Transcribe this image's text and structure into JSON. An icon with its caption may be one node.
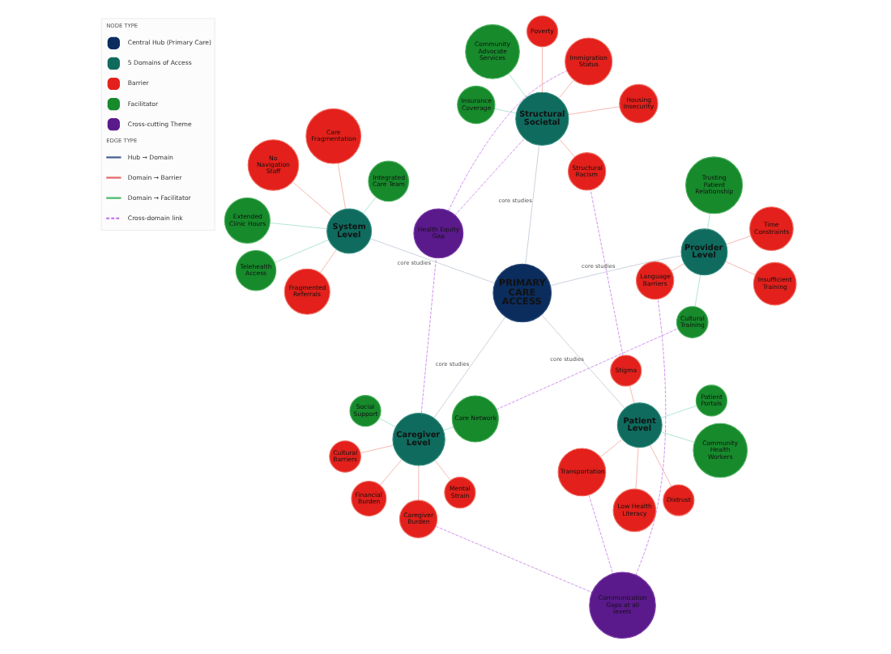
{
  "diagram": {
    "nodes": [
      {
        "text": [
          "PRIMARY CARE ACCESS"
        ]
      },
      {
        "text": [
          "Patient Level"
        ]
      },
      {
        "text": [
          "Caregiver Level"
        ]
      },
      {
        "text": [
          "Structural Societal"
        ]
      },
      {
        "text": [
          "Provider Level"
        ]
      },
      {
        "text": [
          "System Level"
        ]
      },
      {
        "text": [
          "Health Equity Gap"
        ]
      },
      {
        "text": [
          "Communication Gaps at all levels"
        ]
      },
      {
        "text": [
          "Transportation"
        ]
      },
      {
        "text": [
          "Distrust"
        ]
      },
      {
        "text": [
          "Low Health Literacy"
        ]
      },
      {
        "text": [
          "Stigma"
        ]
      },
      {
        "text": [
          "Community Health Workers"
        ]
      },
      {
        "text": [
          "Patient Portals"
        ]
      },
      {
        "text": [
          "Social Support"
        ]
      },
      {
        "text": [
          "Care Network"
        ]
      },
      {
        "text": [
          "Mental Strain"
        ]
      },
      {
        "text": [
          "Caregiver Burden"
        ]
      },
      {
        "text": [
          "Cultural Barriers"
        ]
      },
      {
        "text": [
          "Financial Burden"
        ]
      },
      {
        "text": [
          "Community Advocate Services"
        ]
      },
      {
        "text": [
          "Insurance Coverage"
        ]
      },
      {
        "text": [
          "Poverty"
        ]
      },
      {
        "text": [
          "Immigration Status"
        ]
      },
      {
        "text": [
          "Structural Racism"
        ]
      },
      {
        "text": [
          "Housing Insecurity"
        ]
      },
      {
        "text": [
          "Time Constraints"
        ]
      },
      {
        "text": [
          "Language Barriers"
        ]
      },
      {
        "text": [
          "Insufficient Training"
        ]
      },
      {
        "text": [
          "Cultural Training"
        ]
      },
      {
        "text": [
          "Trusting Patient Relationship"
        ]
      },
      {
        "text": [
          "Integrated Care Team"
        ]
      },
      {
        "text": [
          "Telehealth Access"
        ]
      },
      {
        "text": [
          "Extended Clinic Hours"
        ]
      },
      {
        "text": [
          "Care Fragmentation"
        ]
      },
      {
        "text": [
          "Fragmented Referrals"
        ]
      },
      {
        "text": [
          "No Navigation Staff"
        ]
      }
    ],
    "edges": [
      {
        "from": 0,
        "to": 1,
        "arrow": "none",
        "label": "core studies",
        "color": "#c5ccd8"
      },
      {
        "from": 0,
        "to": 2,
        "arrow": "none",
        "label": "core studies",
        "color": "#c5ccd8"
      },
      {
        "from": 0,
        "to": 3,
        "arrow": "none",
        "label": "core studies",
        "color": "#c5ccd8"
      },
      {
        "from": 0,
        "to": 4,
        "arrow": "none",
        "label": "core studies",
        "color": "#c5ccd8"
      },
      {
        "from": 0,
        "to": 5,
        "arrow": "none",
        "label": "core studies",
        "color": "#c5ccd8"
      },
      {
        "from": 1,
        "to": 8,
        "arrow": "none",
        "color": "#f5b0a8"
      },
      {
        "from": 1,
        "to": 9,
        "arrow": "none",
        "color": "#f5b0a8"
      },
      {
        "from": 1,
        "to": 10,
        "arrow": "none",
        "color": "#f5b0a8"
      },
      {
        "from": 1,
        "to": 11,
        "arrow": "none",
        "color": "#f5b0a8"
      },
      {
        "from": 1,
        "to": 12,
        "arrow": "none",
        "color": "#a8e2cc"
      },
      {
        "from": 1,
        "to": 13,
        "arrow": "none",
        "color": "#a8e2cc"
      },
      {
        "from": 2,
        "to": 14,
        "arrow": "none",
        "color": "#a8e2cc"
      },
      {
        "from": 2,
        "to": 15,
        "arrow": "none",
        "color": "#a8e2cc"
      },
      {
        "from": 2,
        "to": 16,
        "arrow": "none",
        "color": "#f5b0a8"
      },
      {
        "from": 2,
        "to": 17,
        "arrow": "none",
        "color": "#f5b0a8"
      },
      {
        "from": 2,
        "to": 18,
        "arrow": "none",
        "color": "#f5b0a8"
      },
      {
        "from": 2,
        "to": 19,
        "arrow": "none",
        "color": "#f5b0a8"
      },
      {
        "from": 3,
        "to": 20,
        "arrow": "none",
        "color": "#a8e2cc"
      },
      {
        "from": 3,
        "to": 21,
        "arrow": "none",
        "color": "#a8e2cc"
      },
      {
        "from": 3,
        "to": 22,
        "arrow": "none",
        "color": "#f5b0a8"
      },
      {
        "from": 3,
        "to": 23,
        "arrow": "none",
        "color": "#f5b0a8"
      },
      {
        "from": 3,
        "to": 24,
        "arrow": "none",
        "color": "#f5b0a8"
      },
      {
        "from": 3,
        "to": 25,
        "arrow": "none",
        "color": "#f5b0a8"
      },
      {
        "from": 4,
        "to": 26,
        "arrow": "none",
        "color": "#f5b0a8"
      },
      {
        "from": 4,
        "to": 27,
        "arrow": "none",
        "color": "#f5b0a8"
      },
      {
        "from": 4,
        "to": 28,
        "arrow": "none",
        "color": "#f5b0a8"
      },
      {
        "from": 4,
        "to": 29,
        "arrow": "none",
        "color": "#a8e2cc"
      },
      {
        "from": 4,
        "to": 30,
        "arrow": "none",
        "color": "#a8e2cc"
      },
      {
        "from": 5,
        "to": 31,
        "arrow": "none",
        "color": "#a8e2cc"
      },
      {
        "from": 5,
        "to": 32,
        "arrow": "none",
        "color": "#a8e2cc"
      },
      {
        "from": 5,
        "to": 33,
        "arrow": "none",
        "color": "#a8e2cc"
      },
      {
        "from": 5,
        "to": 34,
        "arrow": "none",
        "color": "#f5b0a8"
      },
      {
        "from": 5,
        "to": 35,
        "arrow": "none",
        "color": "#f5b0a8"
      },
      {
        "from": 5,
        "to": 36,
        "arrow": "none",
        "color": "#f5b0a8"
      },
      {
        "from": 11,
        "to": 24,
        "arrow": "none",
        "style": "dashed",
        "color": "#cc88ee"
      },
      {
        "from": 8,
        "to": 7,
        "arrow": "none",
        "style": "dashed",
        "color": "#cc88ee"
      },
      {
        "from": 2,
        "to": 6,
        "arrow": "none",
        "style": "dashed",
        "color": "#cc88ee"
      },
      {
        "from": 6,
        "to": 3,
        "arrow": "none",
        "style": "dashed",
        "color": "#cc88ee"
      },
      {
        "from": 6,
        "to": 23,
        "arrow": "none",
        "style": "dashed",
        "color": "#cc88ee"
      },
      {
        "from": 17,
        "to": 7,
        "arrow": "none",
        "style": "dashed",
        "color": "#cc88ee"
      },
      {
        "from": 15,
        "to": 29,
        "arrow": "none",
        "style": "dashed",
        "color": "#cc88ee"
      },
      {
        "from": 7,
        "to": 27,
        "arrow": "none",
        "style": "dashed",
        "color": "#cc88ee"
      }
    ],
    "labels": [
      "NODE TYPE",
      "EDGE TYPE"
    ],
    "legend": [
      {
        "text": "Central Hub (Primary Care)",
        "color": "#0b2d5e"
      },
      {
        "text": "5 Domains of Access",
        "color": "#0f6b5e"
      },
      {
        "text": "Barrier",
        "color": "#e3201b"
      },
      {
        "text": "Facilitator",
        "color": "#178a2c"
      },
      {
        "text": "Cross-cutting Theme",
        "color": "#5b1a8b"
      },
      {
        "text": "Hub → Domain"
      },
      {
        "text": "Domain → Barrier"
      },
      {
        "text": "Domain → Facilitator"
      },
      {
        "text": "Cross-domain link"
      }
    ]
  }
}
